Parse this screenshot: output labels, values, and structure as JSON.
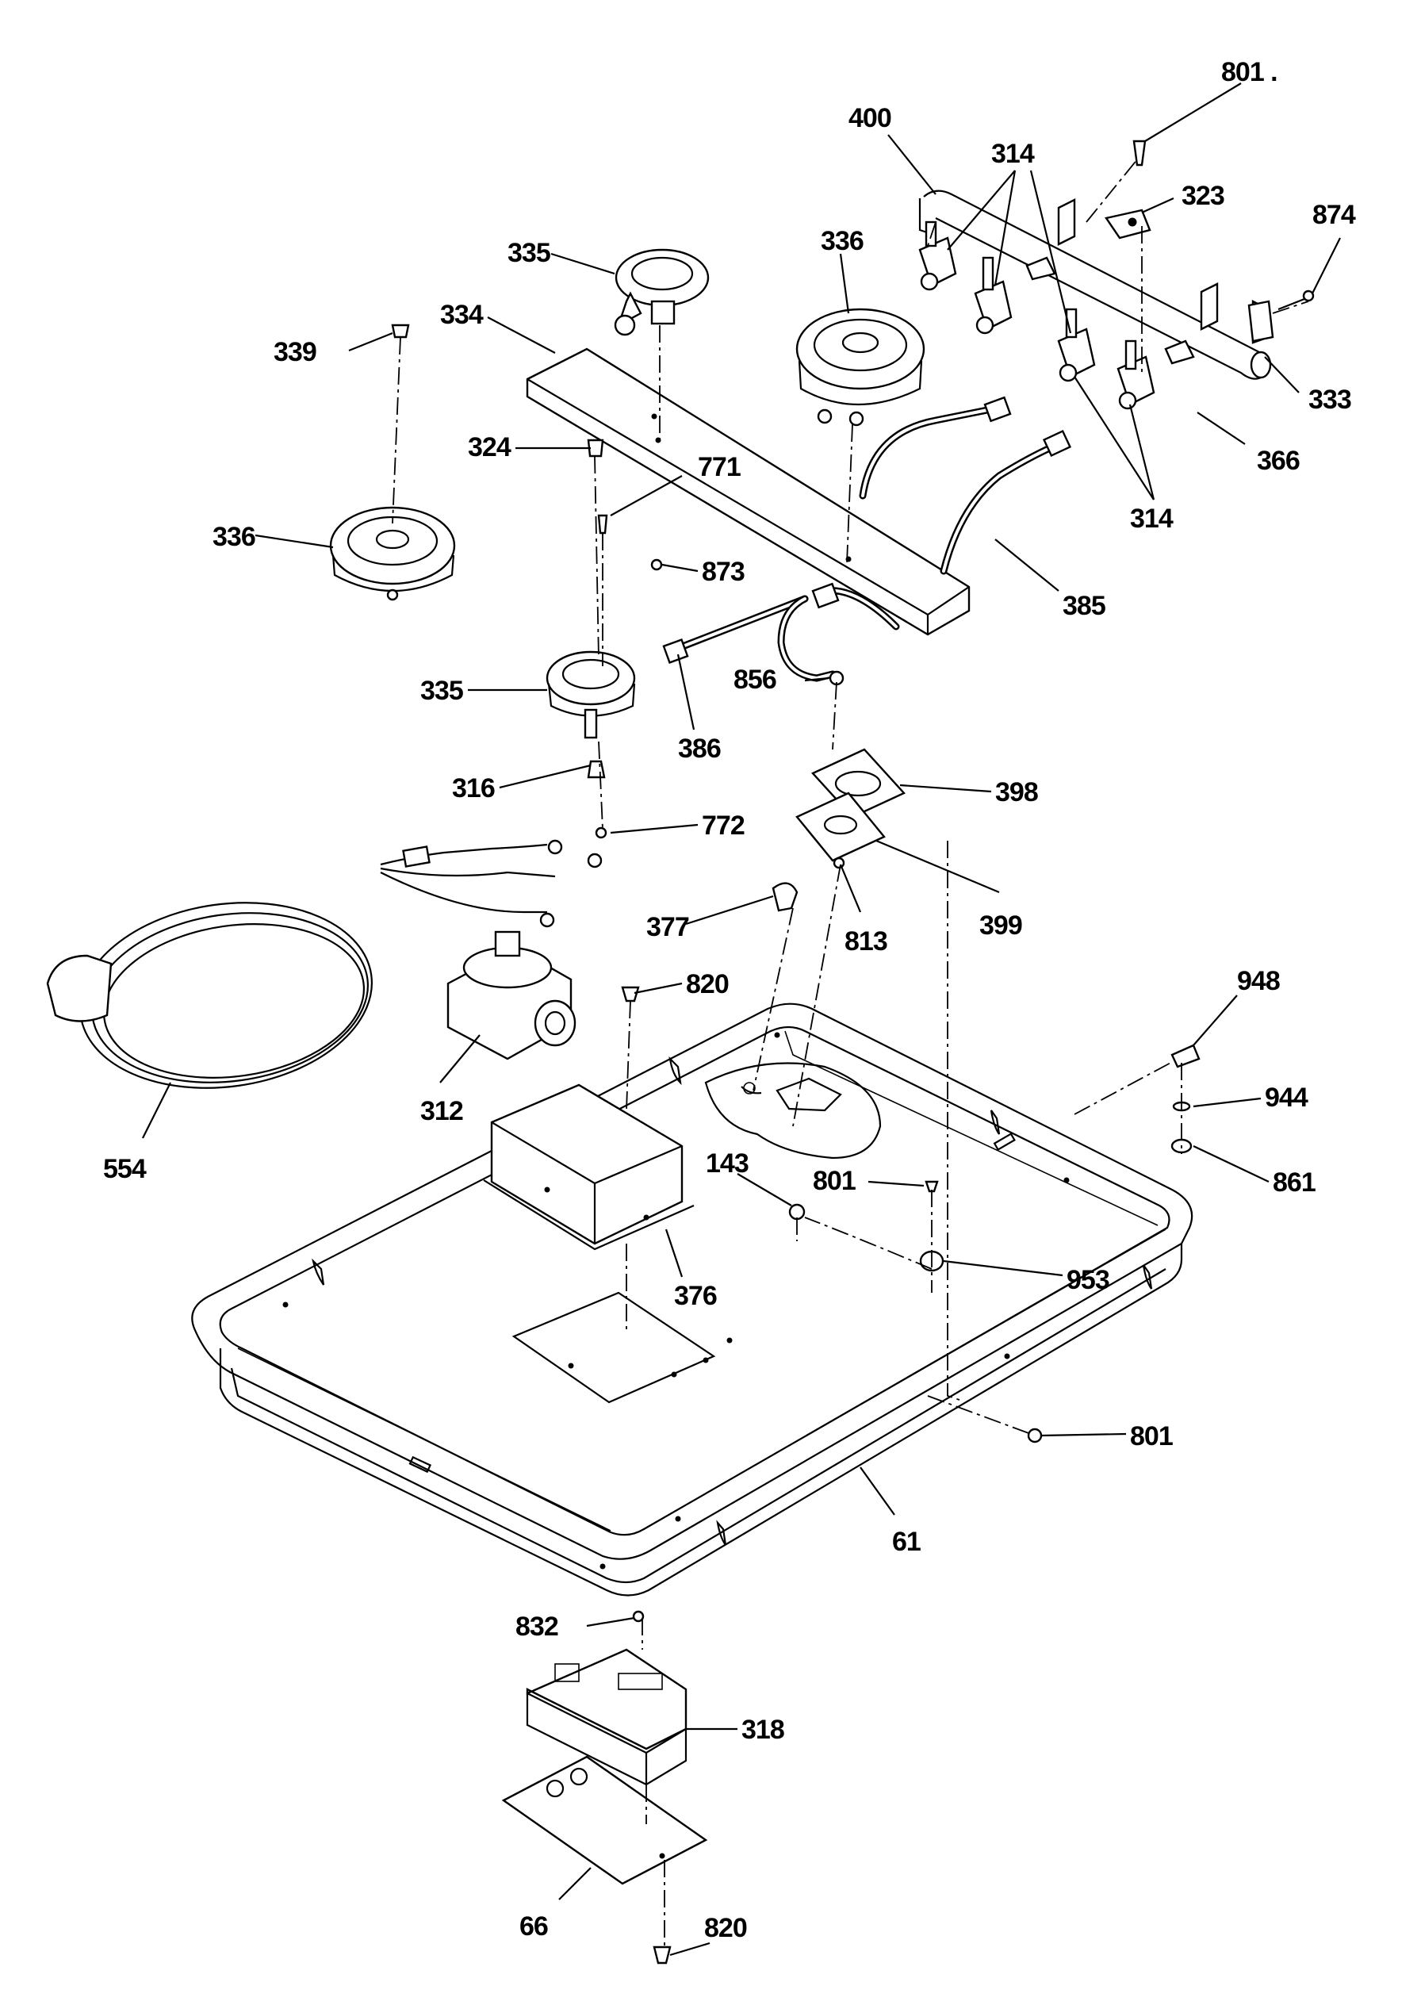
{
  "labels": {
    "l801a": "801 .",
    "l400": "400",
    "l314a": "314",
    "l323": "323",
    "l874": "874",
    "l335a": "335",
    "l336a": "336",
    "l334": "334",
    "l333": "333",
    "l339": "339",
    "l366": "366",
    "l324": "324",
    "l771": "771",
    "l314b": "314",
    "l336b": "336",
    "l873": "873",
    "l385": "385",
    "l856": "856",
    "l335b": "335",
    "l386": "386",
    "l398": "398",
    "l316": "316",
    "l772": "772",
    "l399": "399",
    "l377": "377",
    "l813": "813",
    "l948": "948",
    "l820a": "820",
    "l944": "944",
    "l312": "312",
    "l554": "554",
    "l143": "143",
    "l801b": "801",
    "l861": "861",
    "l376": "376",
    "l953": "953",
    "l801c": "801",
    "l61": "61",
    "l832": "832",
    "l318": "318",
    "l66": "66",
    "l820b": "820"
  }
}
